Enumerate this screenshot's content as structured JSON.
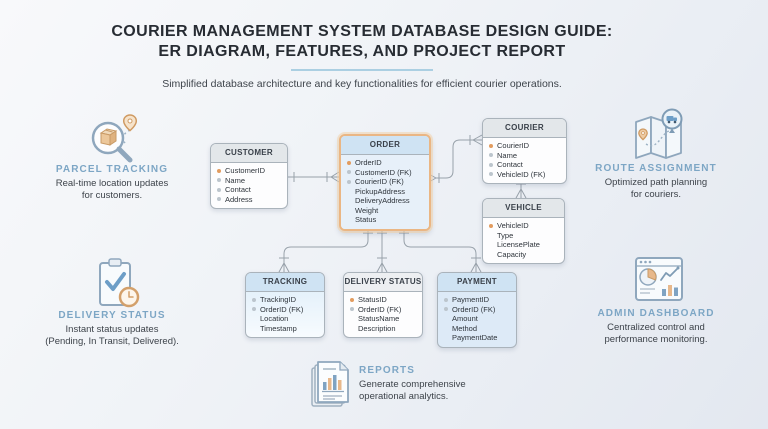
{
  "header": {
    "title_line1": "COURIER MANAGEMENT SYSTEM DATABASE DESIGN GUIDE:",
    "title_line2": "ER DIAGRAM, FEATURES, AND PROJECT REPORT",
    "subtitle": "Simplified database architecture and key functionalities for efficient courier operations."
  },
  "colors": {
    "accent_orange": "#e29c5f",
    "accent_blue": "#7da6c5",
    "entity_header_gray": "#e3e7ea",
    "entity_header_blue": "#cfe3f3",
    "connector_gray": "#98a1aa"
  },
  "diagram": {
    "entities": [
      {
        "id": "customer",
        "name": "CUSTOMER",
        "rows": [
          {
            "label": "CustomerID",
            "bullet": "orange"
          },
          {
            "label": "Name",
            "bullet": "gray"
          },
          {
            "label": "Contact",
            "bullet": "gray"
          },
          {
            "label": "Address",
            "bullet": "gray"
          }
        ]
      },
      {
        "id": "order",
        "name": "ORDER",
        "rows": [
          {
            "label": "OrderID",
            "bullet": "orange"
          },
          {
            "label": "CustomerID (FK)",
            "bullet": "gray"
          },
          {
            "label": "CourierID (FK)",
            "bullet": "gray"
          },
          {
            "label": "PickupAddress",
            "bullet": "none"
          },
          {
            "label": "DeliveryAddress",
            "bullet": "none"
          },
          {
            "label": "Weight",
            "bullet": "none"
          },
          {
            "label": "Status",
            "bullet": "none"
          }
        ]
      },
      {
        "id": "courier",
        "name": "COURIER",
        "rows": [
          {
            "label": "CourierID",
            "bullet": "orange"
          },
          {
            "label": "Name",
            "bullet": "gray"
          },
          {
            "label": "Contact",
            "bullet": "gray"
          },
          {
            "label": "VehicleID (FK)",
            "bullet": "gray"
          }
        ]
      },
      {
        "id": "vehicle",
        "name": "VEHICLE",
        "rows": [
          {
            "label": "VehicleID",
            "bullet": "orange"
          },
          {
            "label": "Type",
            "bullet": "none"
          },
          {
            "label": "LicensePlate",
            "bullet": "none"
          },
          {
            "label": "Capacity",
            "bullet": "none"
          }
        ]
      },
      {
        "id": "tracking",
        "name": "TRACKING",
        "rows": [
          {
            "label": "TrackingID",
            "bullet": "gray"
          },
          {
            "label": "OrderID (FK)",
            "bullet": "gray"
          },
          {
            "label": "Location",
            "bullet": "none"
          },
          {
            "label": "Timestamp",
            "bullet": "none"
          }
        ]
      },
      {
        "id": "delivery-status",
        "name": "DELIVERY STATUS",
        "rows": [
          {
            "label": "StatusID",
            "bullet": "orange"
          },
          {
            "label": "OrderID (FK)",
            "bullet": "gray"
          },
          {
            "label": "StatusName",
            "bullet": "none"
          },
          {
            "label": "Description",
            "bullet": "none"
          }
        ]
      },
      {
        "id": "payment",
        "name": "PAYMENT",
        "rows": [
          {
            "label": "PaymentID",
            "bullet": "gray"
          },
          {
            "label": "OrderID (FK)",
            "bullet": "gray"
          },
          {
            "label": "Amount",
            "bullet": "none"
          },
          {
            "label": "Method",
            "bullet": "none"
          },
          {
            "label": "PaymentDate",
            "bullet": "none"
          }
        ]
      }
    ]
  },
  "features": [
    {
      "id": "parcel-tracking",
      "icon": "magnifier-parcel-icon",
      "title": "PARCEL TRACKING",
      "line1": "Real-time location updates",
      "line2": "for customers."
    },
    {
      "id": "route-assignment",
      "icon": "map-route-icon",
      "title": "ROUTE ASSIGNMENT",
      "line1": "Optimized path planning",
      "line2": "for couriers."
    },
    {
      "id": "delivery-status",
      "icon": "clipboard-check-icon",
      "title": "DELIVERY STATUS",
      "line1": "Instant status updates",
      "line2": "(Pending, In Transit, Delivered)."
    },
    {
      "id": "admin-dashboard",
      "icon": "dashboard-icon",
      "title": "ADMIN DASHBOARD",
      "line1": "Centralized control and",
      "line2": "performance monitoring."
    },
    {
      "id": "reports",
      "icon": "report-document-icon",
      "title": "REPORTS",
      "line1": "Generate comprehensive",
      "line2": "operational analytics."
    }
  ]
}
